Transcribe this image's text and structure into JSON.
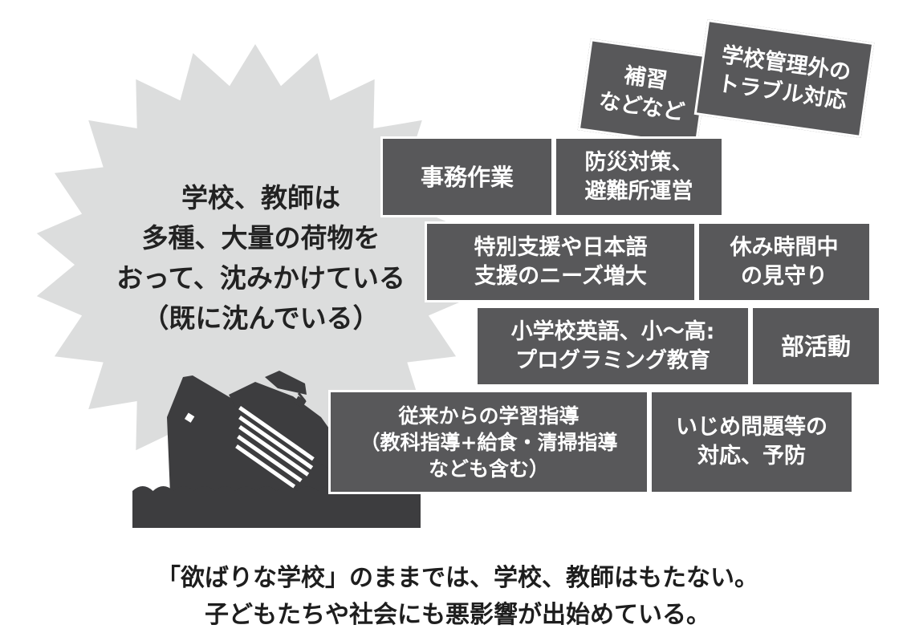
{
  "burst": {
    "lines": [
      "学校、教師は",
      "多種、大量の荷物を",
      "おって、沈みかけている",
      "（既に沈んでいる）"
    ]
  },
  "boxes": {
    "hoshu": [
      "補習",
      "などなど"
    ],
    "trouble": [
      "学校管理外の",
      "トラブル対応"
    ],
    "jimu": [
      "事務作業"
    ],
    "bosai": [
      "防災対策、",
      "避難所運営"
    ],
    "tokubetsu": [
      "特別支援や日本語",
      "支援のニーズ増大"
    ],
    "yasumi": [
      "休み時間中",
      "の見守り"
    ],
    "eigo": [
      "小学校英語、小〜高:",
      "プログラミング教育"
    ],
    "bukatsu": [
      "部活動"
    ],
    "jugyo": [
      "従来からの学習指導",
      "（教科指導+給食・清掃指導",
      "なども含む）"
    ],
    "ijime": [
      "いじめ問題等の",
      "対応、予防"
    ]
  },
  "caption": {
    "lines": [
      "「欲ばりな学校」のままでは、学校、教師はもたない。",
      "子どもたちや社会にも悪影響が出始めている。"
    ]
  },
  "colors": {
    "burst_fill": "#dcdddd",
    "box_fill": "#58585a",
    "ship": "#3d3d3f",
    "water": "#3d3d3f",
    "text_dark": "#222222"
  },
  "icons": [
    "burst-shape",
    "sinking-ship-icon",
    "water-waves-icon"
  ]
}
